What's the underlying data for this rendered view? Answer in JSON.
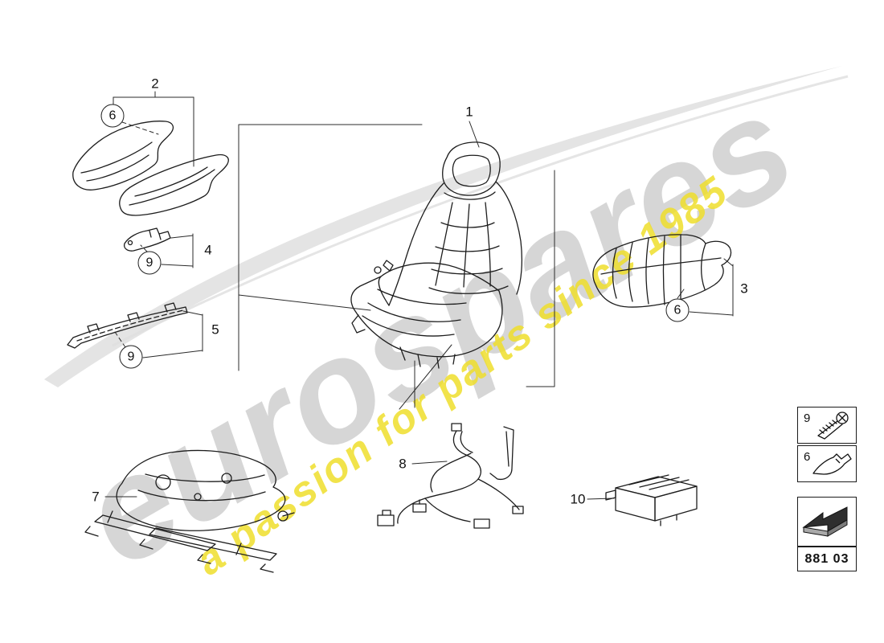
{
  "watermark": {
    "primary": "eurospares",
    "secondary": "a passion for parts since 1985"
  },
  "part_code": "881 03",
  "callouts": [
    {
      "label": "1",
      "style": "plain"
    },
    {
      "label": "2",
      "style": "plain"
    },
    {
      "label": "3",
      "style": "plain"
    },
    {
      "label": "4",
      "style": "plain"
    },
    {
      "label": "5",
      "style": "plain"
    },
    {
      "label": "6",
      "style": "circled"
    },
    {
      "label": "6",
      "style": "circled"
    },
    {
      "label": "7",
      "style": "plain"
    },
    {
      "label": "8",
      "style": "plain"
    },
    {
      "label": "9",
      "style": "circled"
    },
    {
      "label": "9",
      "style": "circled"
    },
    {
      "label": "10",
      "style": "plain"
    }
  ],
  "legend": [
    {
      "label": "9",
      "icon": "screw-icon"
    },
    {
      "label": "6",
      "icon": "clip-icon"
    }
  ],
  "icons": {
    "arrow": "direction-arrow-icon"
  },
  "colors": {
    "line": "#1d1d1d",
    "watermark_gray": "#aaaaaa",
    "watermark_yellow": "#eede2c"
  }
}
